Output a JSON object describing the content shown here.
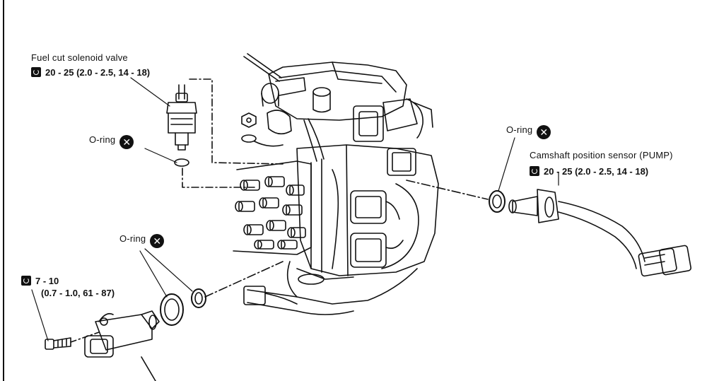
{
  "fuel_cut": {
    "title": "Fuel cut solenoid valve",
    "torque": "20 - 25 (2.0 - 2.5, 14 - 18)"
  },
  "oring_left": {
    "label": "O-ring"
  },
  "oring_lower": {
    "label": "O-ring"
  },
  "oring_right": {
    "label": "O-ring"
  },
  "camshaft": {
    "title": "Camshaft position sensor (PUMP)",
    "torque": "20 - 25 (2.0 - 2.5, 14 - 18)"
  },
  "bolt": {
    "torque_line1": "7 - 10",
    "torque_line2": "(0.7 - 1.0, 61 - 87)"
  },
  "icons": {
    "torque": "torque-wrench-icon",
    "replace": "replace-part-x-icon"
  },
  "colors": {
    "ink": "#111111",
    "background": "#ffffff"
  }
}
